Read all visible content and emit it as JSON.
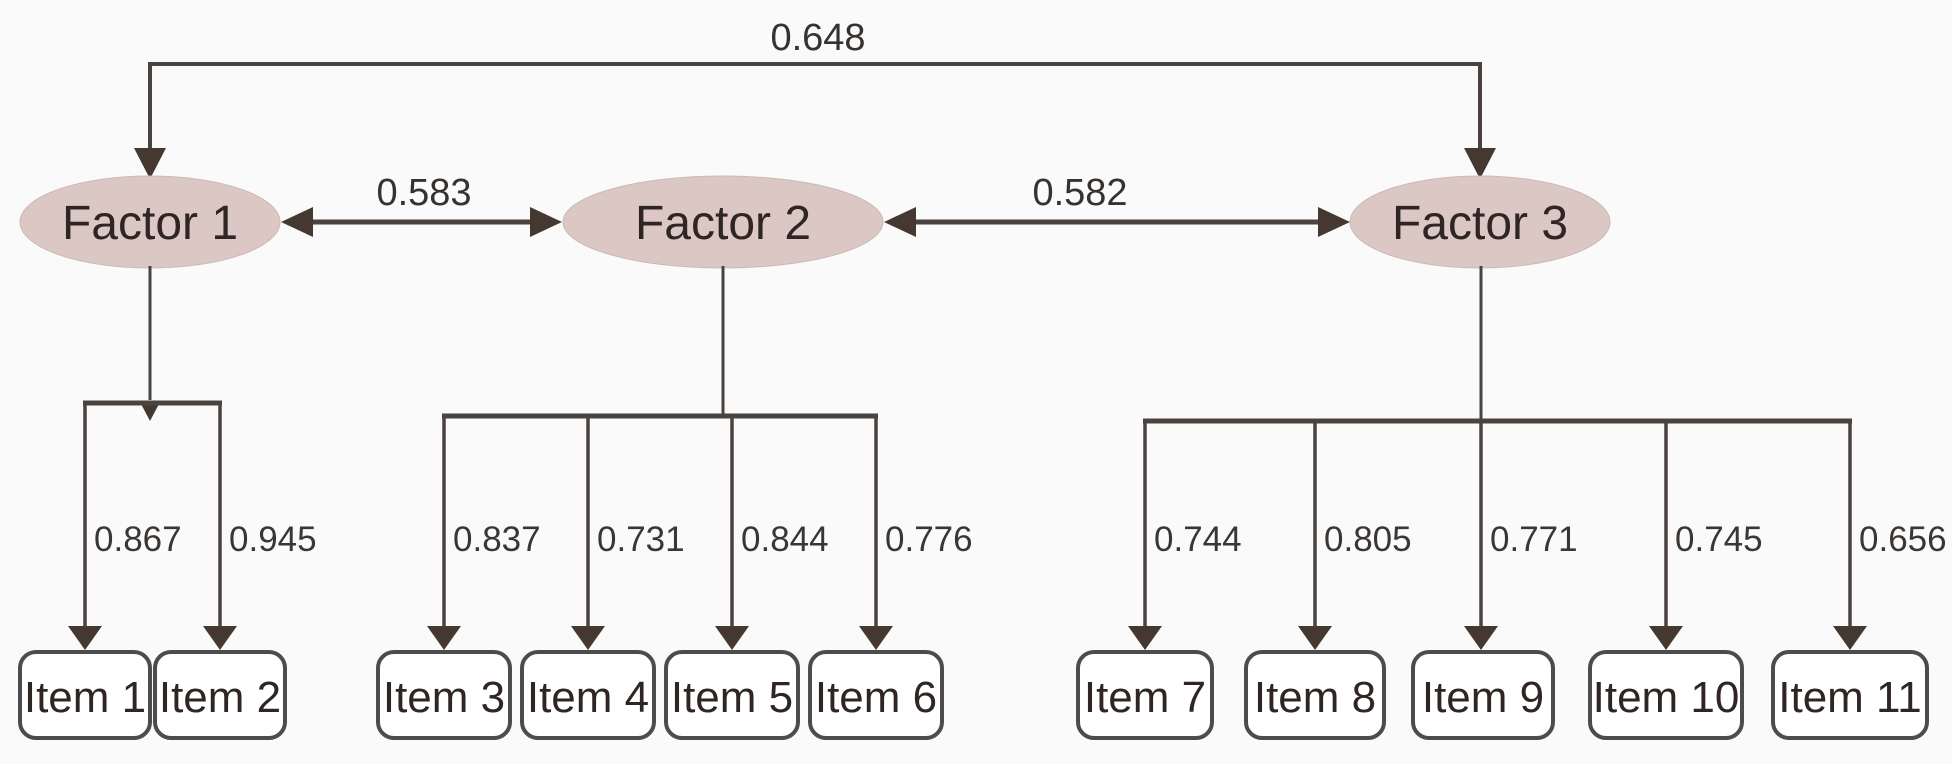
{
  "factors": [
    {
      "label": "Factor 1"
    },
    {
      "label": "Factor 2"
    },
    {
      "label": "Factor 3"
    }
  ],
  "items": [
    {
      "label": "Item 1"
    },
    {
      "label": "Item 2"
    },
    {
      "label": "Item 3"
    },
    {
      "label": "Item 4"
    },
    {
      "label": "Item 5"
    },
    {
      "label": "Item 6"
    },
    {
      "label": "Item 7"
    },
    {
      "label": "Item 8"
    },
    {
      "label": "Item 9"
    },
    {
      "label": "Item 10"
    },
    {
      "label": "Item 11"
    }
  ],
  "loadings": [
    {
      "factor": "Factor 1",
      "item": "Item 1",
      "value": "0.867"
    },
    {
      "factor": "Factor 1",
      "item": "Item 2",
      "value": "0.945"
    },
    {
      "factor": "Factor 2",
      "item": "Item 3",
      "value": "0.837"
    },
    {
      "factor": "Factor 2",
      "item": "Item 4",
      "value": "0.731"
    },
    {
      "factor": "Factor 2",
      "item": "Item 5",
      "value": "0.844"
    },
    {
      "factor": "Factor 2",
      "item": "Item 6",
      "value": "0.776"
    },
    {
      "factor": "Factor 3",
      "item": "Item 7",
      "value": "0.744"
    },
    {
      "factor": "Factor 3",
      "item": "Item 8",
      "value": "0.805"
    },
    {
      "factor": "Factor 3",
      "item": "Item 9",
      "value": "0.771"
    },
    {
      "factor": "Factor 3",
      "item": "Item 10",
      "value": "0.745"
    },
    {
      "factor": "Factor 3",
      "item": "Item 11",
      "value": "0.656"
    }
  ],
  "correlations": [
    {
      "from": "Factor 1",
      "to": "Factor 2",
      "value": "0.583"
    },
    {
      "from": "Factor 2",
      "to": "Factor 3",
      "value": "0.582"
    },
    {
      "from": "Factor 1",
      "to": "Factor 3",
      "value": "0.648"
    }
  ],
  "colors": {
    "factor_fill": "#dbc8c4",
    "line": "#4a4340",
    "arrowhead": "#453831",
    "item_border": "#4c4c4c",
    "background": "#fbfafa"
  }
}
